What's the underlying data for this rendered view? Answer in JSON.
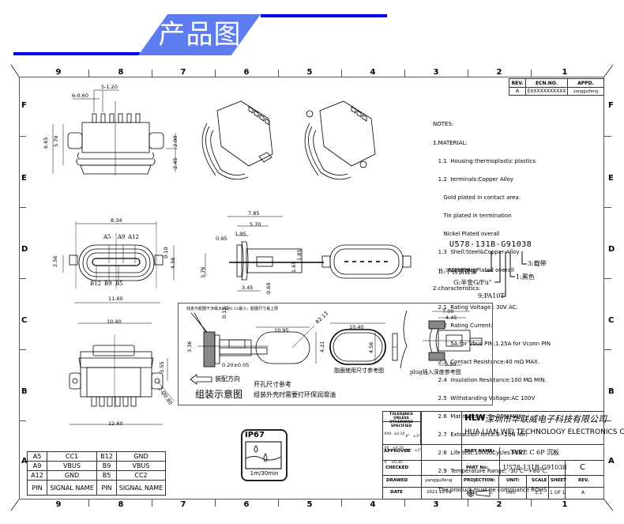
{
  "header": {
    "title": "产品图纸",
    "accent_color": "#0000ff",
    "band_color": "#5c7cf0"
  },
  "border": {
    "columns": [
      "9",
      "8",
      "7",
      "6",
      "5",
      "4",
      "3",
      "2",
      "1"
    ],
    "rows": [
      "F",
      "E",
      "D",
      "C",
      "B",
      "A"
    ]
  },
  "revision_table": {
    "headers": [
      "REV.",
      "ECN.NO.",
      "APPD."
    ],
    "row": [
      "A",
      "EXXXXXXXXXXX",
      "yangguifeng"
    ]
  },
  "notes": {
    "lines": [
      "NOTES:",
      "1.MATERIAL:",
      "   1.1  Housing:thermoplastic plastics",
      "   1.2  terminals:Copper Alloy",
      "      Gold plated in contact area:",
      "      Tin plated in termination",
      "      Nickel Plated overall",
      "   1.3  Shell:Steel&Copper Alloy",
      "         Nickel/Au Plated overall",
      "2.characteristics:",
      "   2.1  Rating Voltage : 30V AC.",
      "   2.2  Rating Current:",
      "          5A for Vbus PIN;1.25A for Vconn PIN",
      "   2.3  Contact Resistance:40 mΩ MAX.",
      "   2.4  Insulation Resistance:100 MΩ MIN.",
      "   2.5  Withstanding Voltage:AC 100V",
      "   2.6  Mating force: 5~20N MAX",
      "   2.7  Extraction force:8~20N Min",
      "   2.8  Life test:10000Cycles MIN.",
      "   2.9  Temperature Range: -30℃~+80℃.",
      "   The product must be compliance ROHS"
    ]
  },
  "part_code": {
    "code": "U578-131B-G91038",
    "legend": [
      {
        "label": "3:载带"
      },
      {
        "label": "B:不锈钢镀镍"
      },
      {
        "label": "1:黑色"
      },
      {
        "label": "G:半金G/Fu\""
      },
      {
        "label": "9:PA10T"
      }
    ]
  },
  "top_view": {
    "dims": [
      "5-1.20",
      "6-0.60",
      "6.65",
      "5.70",
      "2.00",
      "2.45"
    ]
  },
  "front_view": {
    "dims": [
      "8.34",
      "2.56",
      "0.10",
      "4.56",
      "11.60"
    ],
    "pin_labels_top": [
      "A5",
      "A9",
      "A12"
    ],
    "pin_labels_bottom": [
      "B12",
      "B9",
      "B5"
    ]
  },
  "side_view": {
    "dims": [
      "7.85",
      "5.70",
      "1.95",
      "0.95",
      "3.76",
      "1.65",
      "1.85",
      "3.45",
      "0.60"
    ]
  },
  "bottom_view": {
    "dims": [
      "10.40",
      "3.55",
      "2-Ø0.80",
      "12.60"
    ]
  },
  "assembly": {
    "note_top": "线夹与胶圈干涉最大间距0.15最小，胶圈尺寸最上限",
    "dims": [
      "0.15",
      "3.36",
      "0.20±0.05"
    ],
    "direction_label": "装配方向",
    "caption": "组装示意图",
    "cutout_dims": [
      "10.95",
      "R2.13",
      "4.21"
    ],
    "cutout_note_1": "开孔尺寸参考",
    "cutout_note_2": "组装外壳时需要打环保润滑油",
    "gasket_dims": [
      "10.40",
      "4.56"
    ],
    "gasket_caption": "胶圈使用尺寸参考图",
    "plug_dims": [
      "7.00",
      "4.45",
      "3.50"
    ],
    "plug_caption": "plug插入深度参考图"
  },
  "ip_badge": {
    "rating": "IP67",
    "depth": "1m/30min"
  },
  "pin_table": {
    "rows": [
      [
        "A5",
        "CC1",
        "B12",
        "GND"
      ],
      [
        "A9",
        "VBUS",
        "B9",
        "VBUS"
      ],
      [
        "A12",
        "GND",
        "B5",
        "CC2"
      ],
      [
        "PIN",
        "SIGNAL NAME",
        "PIN",
        "SIGNAL NAME"
      ]
    ]
  },
  "title_block": {
    "tolerance_header": "TOLERANCE UNLESS OTHERWISE SPECIFIED",
    "tol_left": [
      ".XXX  ±0.10",
      ".XX   ±0.20",
      ".X    ±0.30"
    ],
    "tol_right": [
      ".X°   ±3°",
      ".XX°  ±2°"
    ],
    "company_logo": "HLW",
    "company_cn": "深圳市华联威电子科技有限公司",
    "company_en": "HUA LIAN WEI TECHNOLOGY ELECTRONICS CO",
    "approved_label": "APPROVED",
    "approved_value": "",
    "checked_label": "CHECKED",
    "checked_value": "",
    "drawed_label": "DRAWED",
    "drawed_value": "yangguifeng",
    "date_label": "DATE",
    "date_value": "2021.12.01",
    "part_name_label": "PART NAME:",
    "part_name_value": "TYPE C 6P 沉板",
    "part_no_label": "PART No:",
    "part_no_value": "U578-131B-G91038",
    "part_rev": "C",
    "projection_label": "PROJECTION:",
    "unit_label": "UNIT:",
    "unit_value": "mm",
    "scale_label": "SCALE",
    "scale_value": "1:1",
    "sheet_label": "SHEET",
    "sheet_value": "1 OF 1",
    "rev_label": "REV.",
    "rev_value": "A"
  }
}
